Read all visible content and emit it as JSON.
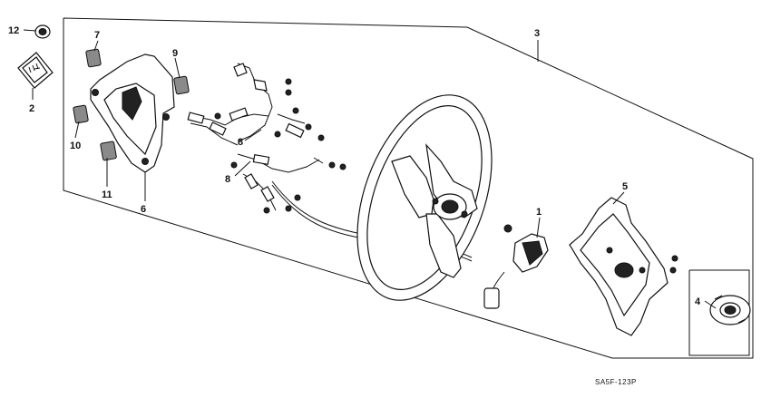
{
  "diagram": {
    "callouts": [
      "1",
      "2",
      "3",
      "4",
      "5",
      "6",
      "7",
      "8",
      "8",
      "9",
      "10",
      "11",
      "12"
    ],
    "drawing_code": "SA5F-123P"
  }
}
